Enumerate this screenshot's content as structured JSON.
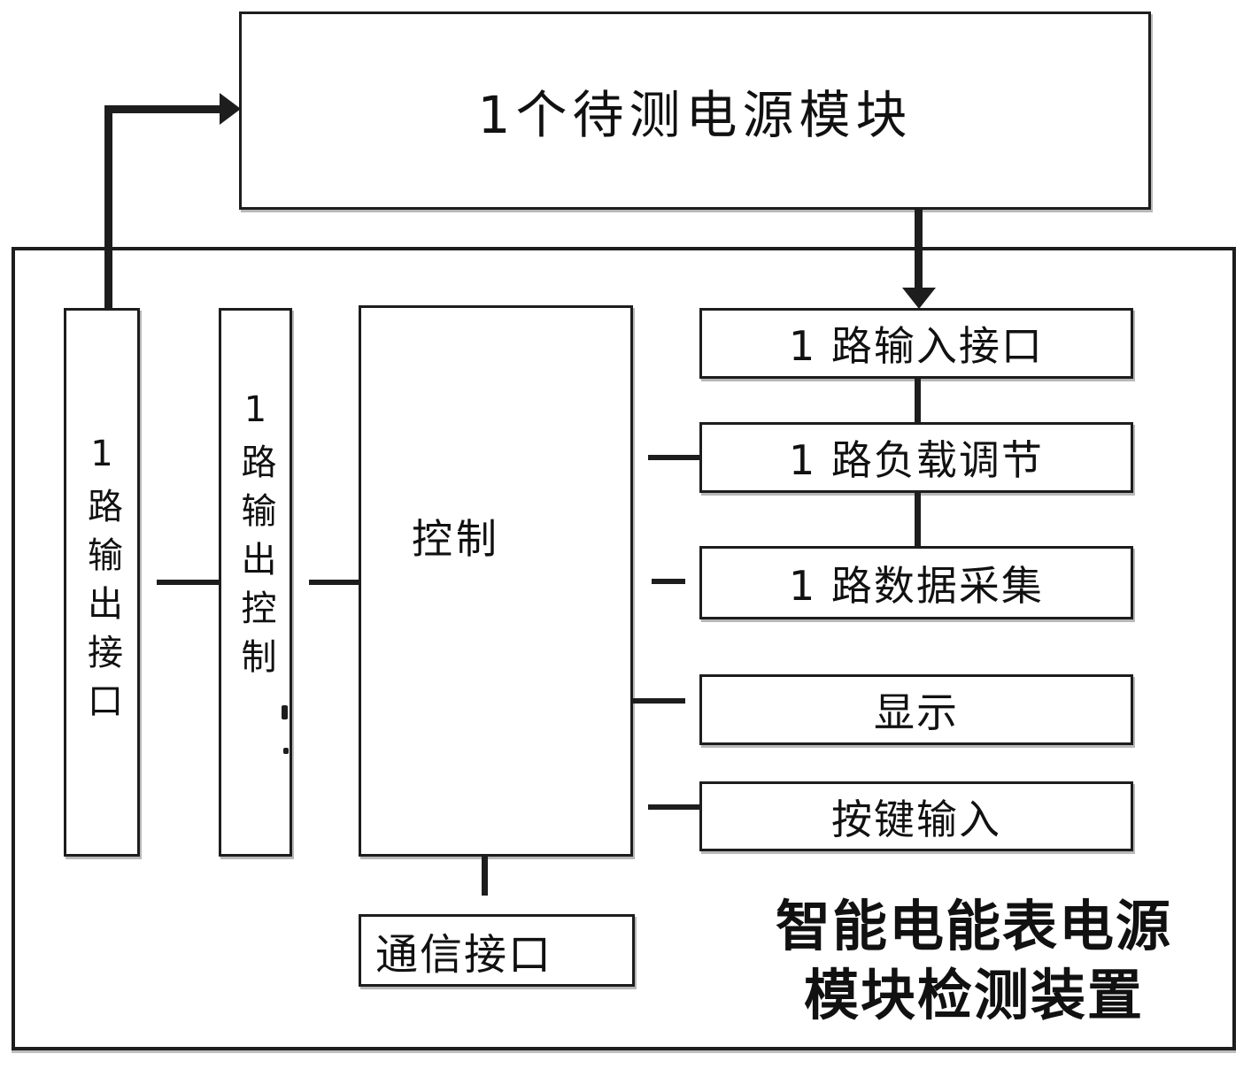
{
  "diagram": {
    "top_box": {
      "label": "1个待测电源模块"
    },
    "left_column": {
      "output_interface": "1路输出接口",
      "output_control": "1路输出控制"
    },
    "control_box": {
      "label": "控制"
    },
    "comm_box": {
      "label": "通信接口"
    },
    "right_column": [
      {
        "label": "1 路输入接口"
      },
      {
        "label": "1 路负载调节"
      },
      {
        "label": "1 路数据采集"
      },
      {
        "label": "显示"
      },
      {
        "label": "按键输入"
      }
    ],
    "device_label": {
      "line1": "智能电能表电源",
      "line2": "模块检测装置"
    },
    "colors": {
      "line": "#1d1d1d",
      "background": "#ffffff"
    }
  }
}
